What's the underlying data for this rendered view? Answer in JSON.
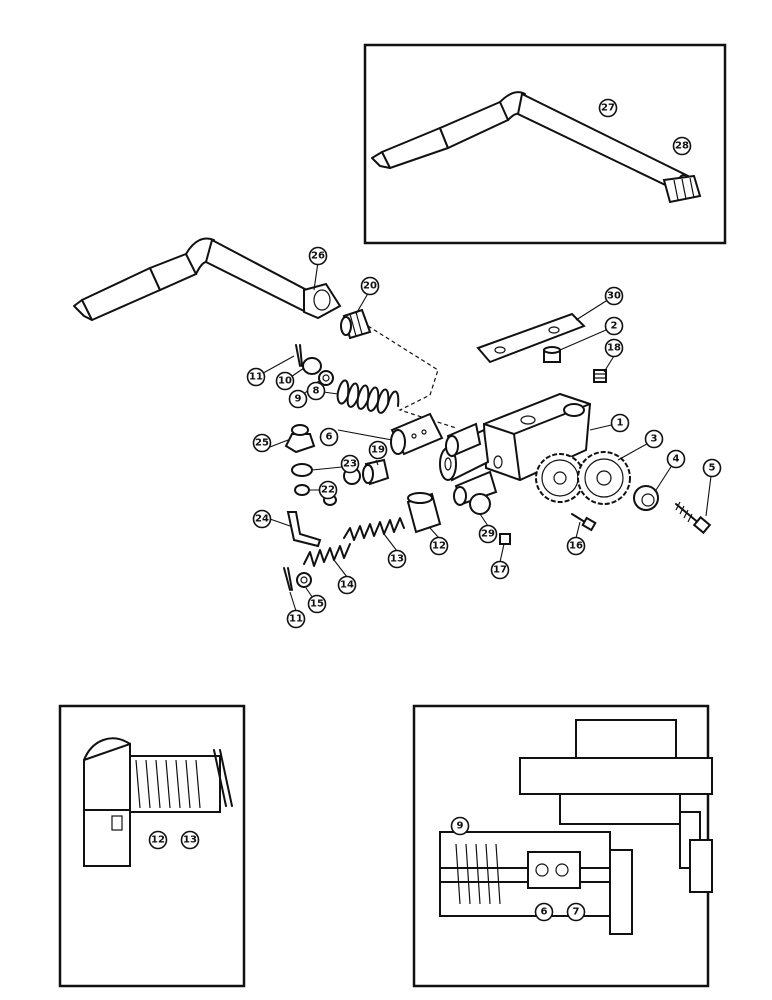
{
  "callouts": {
    "main": [
      "1",
      "2",
      "3",
      "4",
      "5",
      "6",
      "8",
      "9",
      "10",
      "11",
      "11",
      "12",
      "13",
      "14",
      "15",
      "16",
      "17",
      "18",
      "19",
      "20",
      "22",
      "23",
      "24",
      "25",
      "26",
      "29",
      "30"
    ],
    "top_inset": [
      "27",
      "28"
    ],
    "left_inset": [
      "12",
      "13"
    ],
    "right_inset": [
      "9",
      "6",
      "7"
    ]
  },
  "colors": {
    "ink": "#111111",
    "paper": "#ffffff"
  }
}
